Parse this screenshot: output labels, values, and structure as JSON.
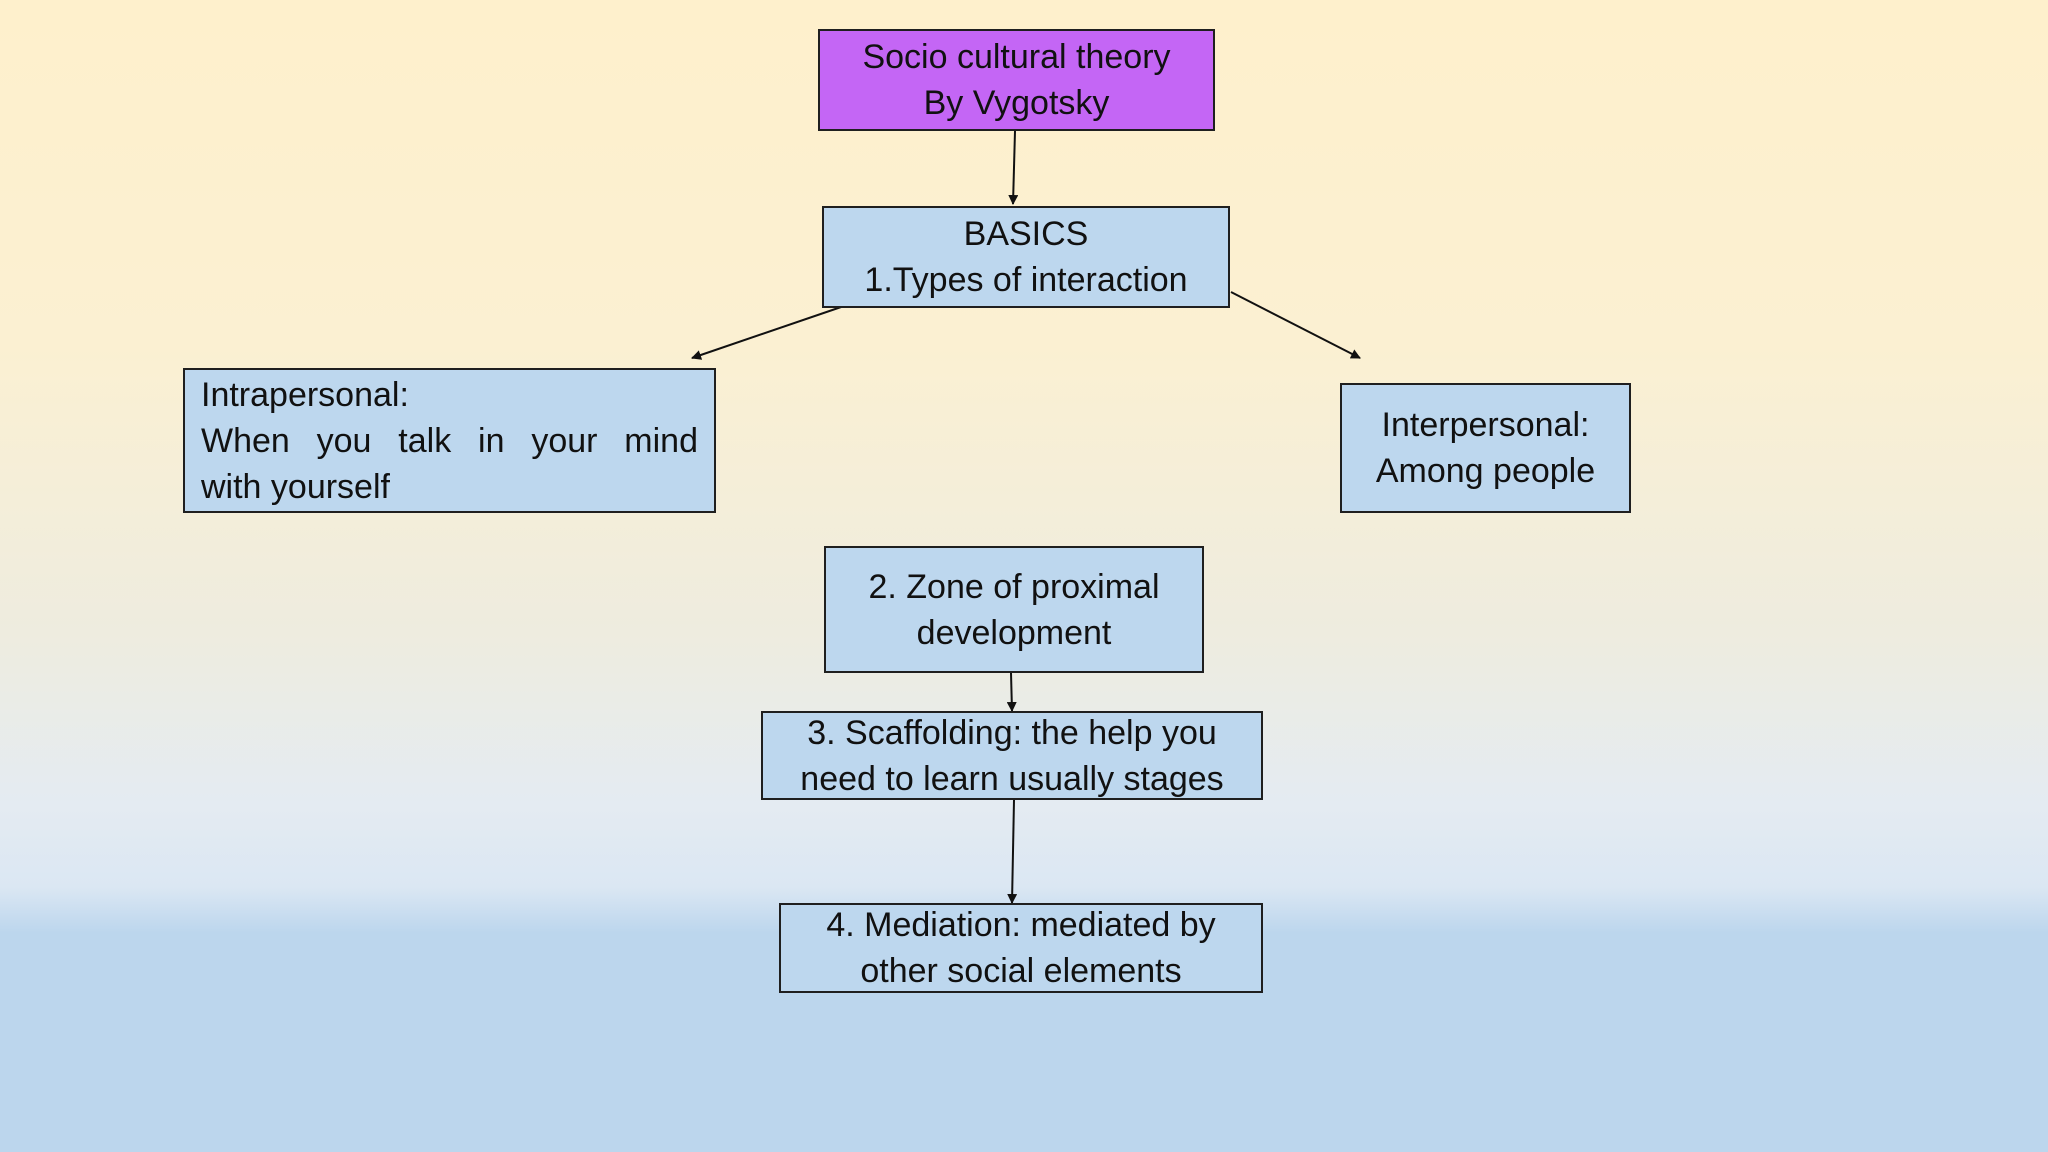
{
  "nodes": {
    "title": {
      "line1": "Socio cultural theory",
      "line2": "By Vygotsky"
    },
    "basics": {
      "line1": "BASICS",
      "line2": "1.Types of interaction"
    },
    "intrapersonal": {
      "line1": "Intrapersonal:",
      "line2": "When you talk in your mind",
      "line3": "with yourself"
    },
    "interpersonal": {
      "line1": "Interpersonal:",
      "line2": "Among people"
    },
    "zpd": {
      "line1": "2. Zone of proximal",
      "line2": "development"
    },
    "scaffolding": {
      "line1": "3. Scaffolding: the help you",
      "line2": "need to learn usually stages"
    },
    "mediation": {
      "line1": "4. Mediation: mediated by",
      "line2": "other social elements"
    }
  },
  "colors": {
    "title_box": "#c466f5",
    "box": "#bdd7ee",
    "border": "#1f1f1f",
    "arrow": "#111111"
  }
}
